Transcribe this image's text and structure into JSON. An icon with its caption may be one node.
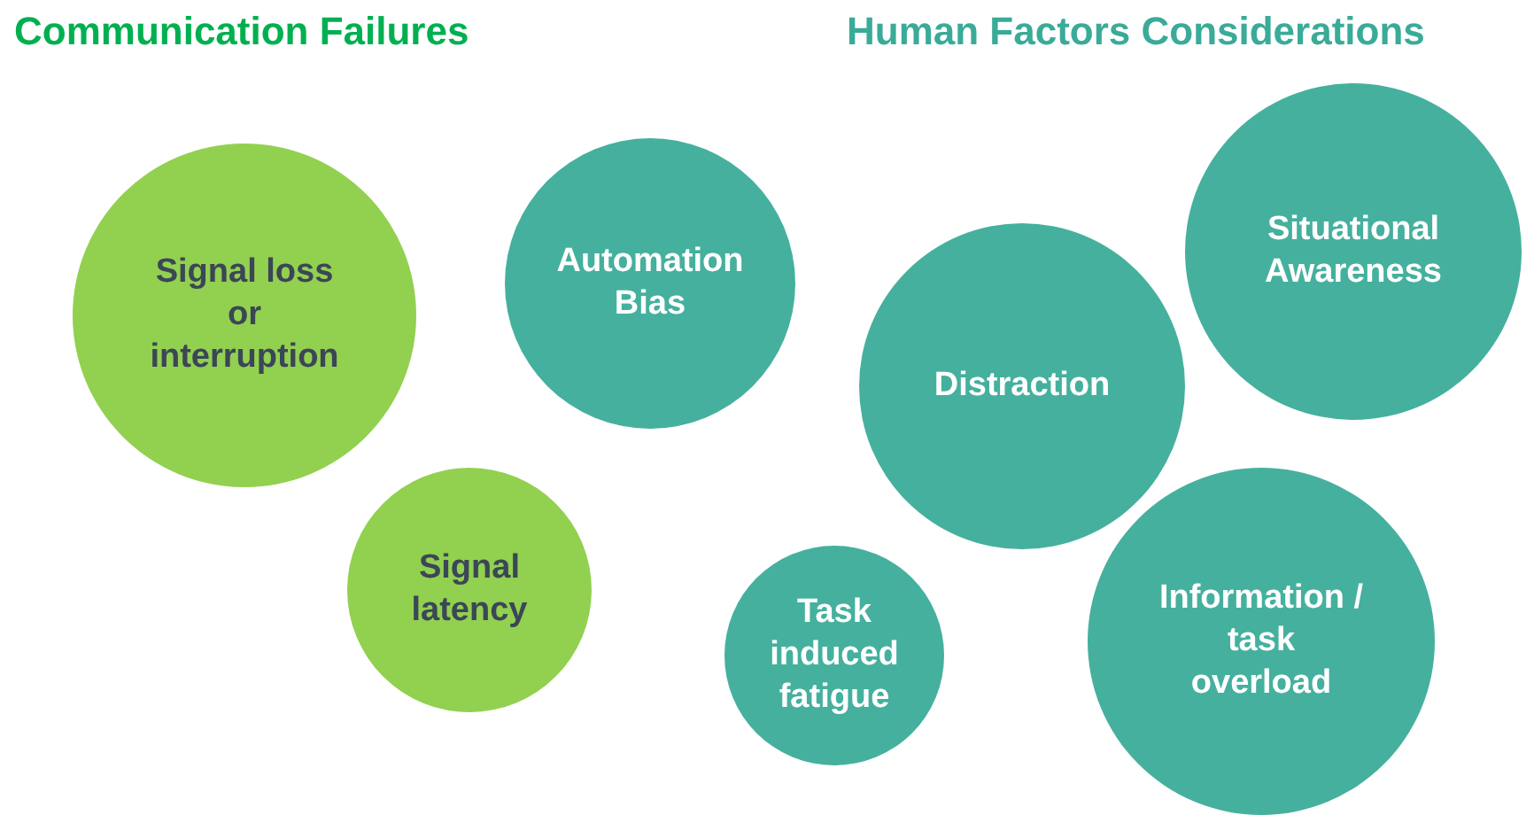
{
  "diagram": {
    "nodes": [
      {
        "text": [
          "Signal loss or interruption"
        ]
      },
      {
        "text": [
          "Automation Bias"
        ]
      },
      {
        "text": [
          "Distraction"
        ]
      },
      {
        "text": [
          "Situational Awareness"
        ]
      },
      {
        "text": [
          "Signal latency"
        ]
      },
      {
        "text": [
          "Task induced fatigue"
        ]
      },
      {
        "text": [
          "Information / task overload"
        ]
      }
    ],
    "labels": [
      "Communication Failures",
      "Human Factors Considerations"
    ]
  }
}
